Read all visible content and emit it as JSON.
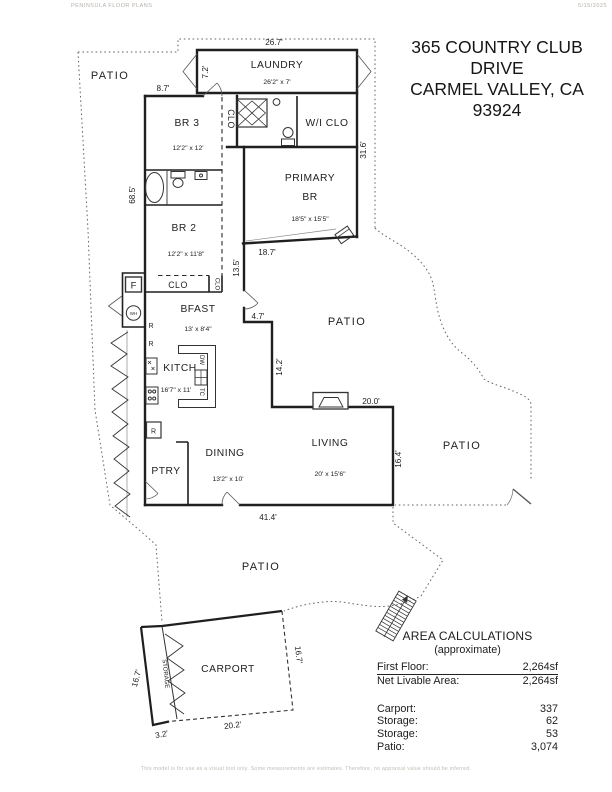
{
  "header": {
    "brand": "PENINSULA FLOOR PLANS",
    "date": "5/15/2025"
  },
  "title": {
    "line1": "365 COUNTRY CLUB DRIVE",
    "line2": "CARMEL VALLEY, CA",
    "line3": "93924"
  },
  "labels": {
    "patio": "PATIO",
    "clo": "CLO",
    "wi_clo": "W/I CLO",
    "r": "R",
    "f": "F",
    "wh": "WH",
    "dw": "DW",
    "tc": "TC",
    "storage": "STORAGE"
  },
  "rooms": {
    "laundry": {
      "name": "LAUNDRY",
      "dims": "26'2\" x 7'"
    },
    "br3": {
      "name": "BR 3",
      "dims": "12'2\" x 12'"
    },
    "br2": {
      "name": "BR 2",
      "dims": "12'2\" x 11'8\""
    },
    "primary": {
      "name_line1": "PRIMARY",
      "name_line2": "BR",
      "dims": "18'5\" x 15'5\""
    },
    "bfast": {
      "name": "BFAST",
      "dims": "13' x 8'4\""
    },
    "kitch": {
      "name": "KITCH",
      "dims": "16'7\" x 11'"
    },
    "dining": {
      "name": "DINING",
      "dims": "13'2\" x 10'"
    },
    "living": {
      "name": "LIVING",
      "dims": "20' x 15'6\""
    },
    "ptry": {
      "name": "PTRY"
    },
    "carport": {
      "name": "CARPORT"
    }
  },
  "dimensions": {
    "laundry_top": "26.7'",
    "laundry_left": "7.2'",
    "entry_top": "8.7'",
    "west": "68.5'",
    "east": "31.6'",
    "primary_bottom": "18.7'",
    "hall": "13.5'",
    "step": "4.7'",
    "patio_east": "14.2'",
    "living_top": "20.0'",
    "living_right": "16.4'",
    "bottom": "41.4'",
    "carport_left": "16.7'",
    "carport_right": "16.7'",
    "carport_bottom": "20.2'",
    "carport_corner": "3.2'"
  },
  "area_calculations": {
    "title": "AREA CALCULATIONS",
    "subtitle": "(approximate)",
    "primary_rows": [
      {
        "label": "First  Floor:",
        "value": "2,264sf"
      },
      {
        "label": "Net Livable Area:",
        "value": "2,264sf"
      }
    ],
    "secondary_rows": [
      {
        "label": "Carport:",
        "value": "337"
      },
      {
        "label": "Storage:",
        "value": "62"
      },
      {
        "label": "Storage:",
        "value": "53"
      },
      {
        "label": "Patio:",
        "value": "3,074"
      }
    ]
  },
  "footer": {
    "disclaimer": "This model is for use as a visual tool only.  Some measurements are estimates.  Therefore, no appraisal value should be inferred."
  }
}
